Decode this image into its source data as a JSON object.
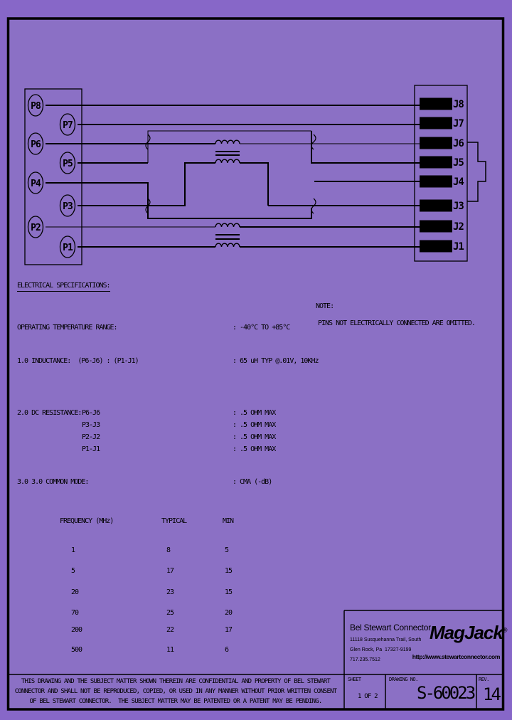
{
  "page": {
    "bg_outer": "#8767C8",
    "bg_inner": "#8B70C5",
    "line_color": "#000000"
  },
  "diagram": {
    "p_pins": [
      "P8",
      "P7",
      "P6",
      "P5",
      "P4",
      "P3",
      "P2",
      "P1"
    ],
    "j_pins": [
      "J8",
      "J7",
      "J6",
      "J5",
      "J4",
      "J3",
      "J2",
      "J1"
    ]
  },
  "specs": {
    "heading": "ELECTRICAL SPECIFICATIONS:",
    "note_label": "NOTE:",
    "note_text": "PINS NOT ELECTRICALLY CONNECTED ARE OMITTED.",
    "op_temp": {
      "label": "OPERATING TEMPERATURE RANGE:",
      "value": ": -40°C TO +85°C"
    },
    "inductance": {
      "label": "1.0 INDUCTANCE:  (P6-J6) : (P1-J1)",
      "value": ": 65 uH TYP @.01V, 10KHz"
    },
    "dc_resistance": {
      "label": "2.0 DC RESISTANCE:",
      "rows": [
        {
          "pair": "P6-J6",
          "value": ": .5 OHM MAX"
        },
        {
          "pair": "P3-J3",
          "value": ": .5 OHM MAX"
        },
        {
          "pair": "P2-J2",
          "value": ": .5 OHM MAX"
        },
        {
          "pair": "P1-J1",
          "value": ": .5 OHM MAX"
        }
      ]
    },
    "common_mode": {
      "label": "3.0 3.0 COMMON MODE:",
      "value": ": CMA (-dB)"
    }
  },
  "table": {
    "headers": {
      "freq": "FREQUENCY (MHz)",
      "typical": "TYPICAL",
      "min": "MIN"
    },
    "rows": [
      {
        "freq": "1",
        "typical": "8",
        "min": "5"
      },
      {
        "freq": "5",
        "typical": "17",
        "min": "15"
      },
      {
        "freq": "20",
        "typical": "23",
        "min": "15"
      },
      {
        "freq": "70",
        "typical": "25",
        "min": "20"
      },
      {
        "freq": "200",
        "typical": "22",
        "min": "17"
      },
      {
        "freq": "500",
        "typical": "11",
        "min": "6"
      }
    ]
  },
  "footer": {
    "confidential_lines": [
      "THIS DRAWING AND THE SUBJECT MATTER SHOWN THEREIN ARE CONFIDENTIAL AND PROPERTY OF BEL STEWART",
      "CONNECTOR AND SHALL NOT BE REPRODUCED, COPIED, OR USED IN ANY MANNER WITHOUT PRIOR WRITTEN CONSENT",
      "OF BEL STEWART CONNECTOR.  THE SUBJECT MATTER MAY BE PATENTED OR A PATENT MAY BE PENDING."
    ],
    "company": {
      "name": "Bel Stewart Connector",
      "address1": "11118 Susquehanna Trail, South",
      "address2": "Glen Rock, Pa  17327-9199",
      "phone": "717.235.7512",
      "brand": "MagJack",
      "brand_reg": "®",
      "website": "http://www.stewartconnector.com"
    },
    "sheet": {
      "label": "SHEET",
      "value": "1 OF 2"
    },
    "drawing": {
      "label": "DRAWING NO.",
      "value": "S-60023"
    },
    "rev": {
      "label": "REV.",
      "value": "14"
    }
  }
}
